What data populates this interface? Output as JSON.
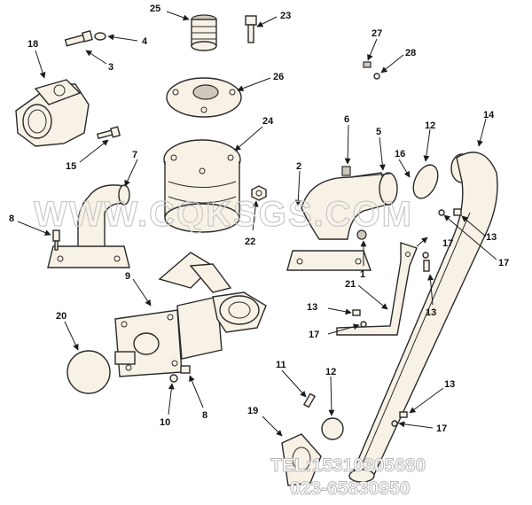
{
  "callouts": [
    "1",
    "2",
    "3",
    "4",
    "5",
    "6",
    "7",
    "8",
    "8",
    "9",
    "10",
    "11",
    "12",
    "12",
    "13",
    "13",
    "13",
    "13",
    "14",
    "15",
    "16",
    "17",
    "17",
    "17",
    "17",
    "18",
    "19",
    "20",
    "21",
    "22",
    "23",
    "24",
    "25",
    "26",
    "27",
    "28"
  ],
  "watermark": {
    "site": "WWW.CQKSGS.COM",
    "phone": "TEL:15310305680",
    "phone2": "023-65830950"
  }
}
